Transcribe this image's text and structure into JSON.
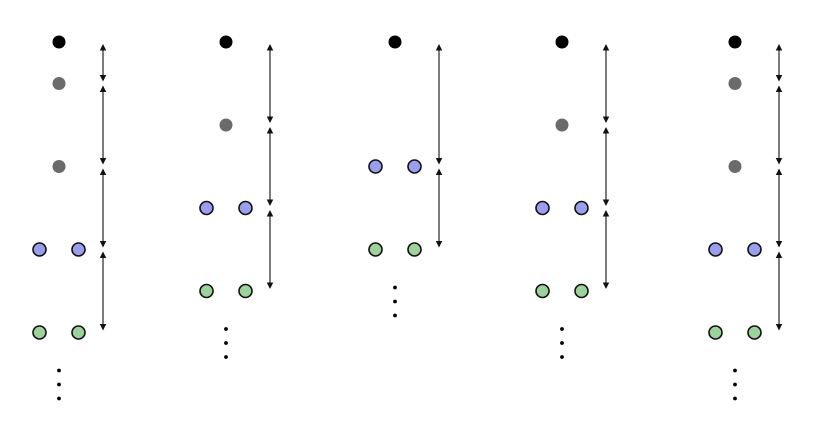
{
  "colors": {
    "black": "#000000",
    "gray": "#6b6b6b",
    "blue": "#9a9ef0",
    "green": "#9cd39a",
    "outline": "#111111",
    "arrow": "#111111"
  },
  "columns": [
    {
      "id": "col-1",
      "nodes": [
        {
          "color": "black",
          "count": 1
        },
        {
          "color": "gray",
          "count": 1
        },
        {
          "color": "gray",
          "count": 1
        },
        {
          "color": "blue",
          "count": 2
        },
        {
          "color": "green",
          "count": 2
        }
      ],
      "spacings": [
        1,
        2,
        2,
        2
      ]
    },
    {
      "id": "col-2",
      "nodes": [
        {
          "color": "black",
          "count": 1
        },
        {
          "color": "gray",
          "count": 1
        },
        {
          "color": "blue",
          "count": 2
        },
        {
          "color": "green",
          "count": 2
        }
      ],
      "spacings": [
        2,
        2,
        2
      ]
    },
    {
      "id": "col-3",
      "nodes": [
        {
          "color": "black",
          "count": 1
        },
        {
          "color": "blue",
          "count": 2
        },
        {
          "color": "green",
          "count": 2
        }
      ],
      "spacings": [
        3,
        2
      ]
    },
    {
      "id": "col-4",
      "nodes": [
        {
          "color": "black",
          "count": 1
        },
        {
          "color": "gray",
          "count": 1
        },
        {
          "color": "blue",
          "count": 2
        },
        {
          "color": "green",
          "count": 2
        }
      ],
      "spacings": [
        2,
        2,
        2
      ]
    },
    {
      "id": "col-5",
      "nodes": [
        {
          "color": "black",
          "count": 1
        },
        {
          "color": "gray",
          "count": 1
        },
        {
          "color": "gray",
          "count": 1
        },
        {
          "color": "blue",
          "count": 2
        },
        {
          "color": "green",
          "count": 2
        }
      ],
      "spacings": [
        1,
        2,
        2,
        2
      ]
    }
  ]
}
